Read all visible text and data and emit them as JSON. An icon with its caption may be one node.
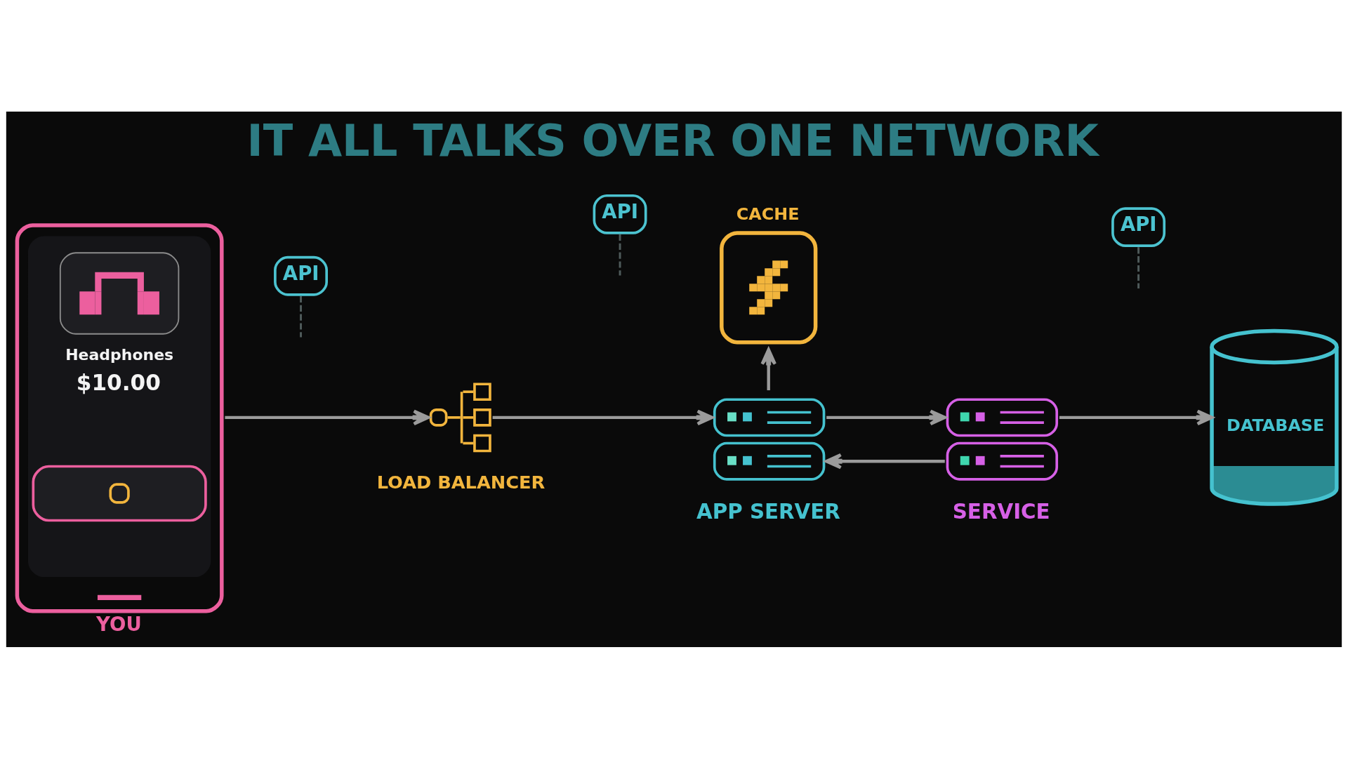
{
  "diagram": {
    "title": "IT ALL TALKS OVER ONE NETWORK",
    "nodes": [
      {
        "text": [
          "Headphones",
          "$10.00"
        ],
        "beside": [
          "YOU"
        ]
      },
      {
        "text": [
          "API"
        ]
      },
      {
        "text": [
          "LOAD BALANCER"
        ]
      },
      {
        "text": [
          "API"
        ]
      },
      {
        "text": [
          "CACHE"
        ]
      },
      {
        "text": [
          "APP SERVER"
        ]
      },
      {
        "text": [
          "SERVICE"
        ]
      },
      {
        "text": [
          "API"
        ]
      },
      {
        "text": [
          "DATABASE"
        ]
      }
    ],
    "edges": [
      {
        "from": 0,
        "to": 2,
        "arrow": "to"
      },
      {
        "from": 2,
        "to": 5,
        "arrow": "to"
      },
      {
        "from": 5,
        "to": 4,
        "arrow": "to"
      },
      {
        "from": 5,
        "to": 6,
        "arrow": "to"
      },
      {
        "from": 6,
        "to": 5,
        "arrow": "to"
      },
      {
        "from": 6,
        "to": 8,
        "arrow": "to"
      },
      {
        "from": 1,
        "to": null,
        "arrow": "none",
        "style": "dashed",
        "color": "#4f5b5b"
      },
      {
        "from": 3,
        "to": null,
        "arrow": "none",
        "style": "dashed",
        "color": "#4f5b5b"
      },
      {
        "from": 7,
        "to": null,
        "arrow": "none",
        "style": "dashed",
        "color": "#4f5b5b"
      }
    ]
  }
}
